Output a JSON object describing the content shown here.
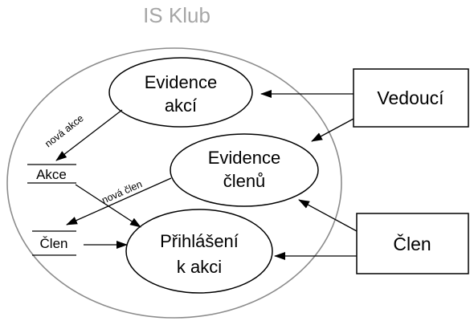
{
  "system": {
    "title": "IS Klub"
  },
  "processes": {
    "evidence_akci": {
      "line1": "Evidence",
      "line2": "akcí"
    },
    "evidence_clenu": {
      "line1": "Evidence",
      "line2": "členů"
    },
    "prihlaseni": {
      "line1": "Přihlášení",
      "line2": "k akci"
    }
  },
  "entities": {
    "vedouci": "Vedoucí",
    "clen": "Člen"
  },
  "data_stores": {
    "akce": "Akce",
    "clen": "Člen"
  },
  "flows": {
    "nova_akce": "nová akce",
    "novy_clen": "nová člen"
  }
}
